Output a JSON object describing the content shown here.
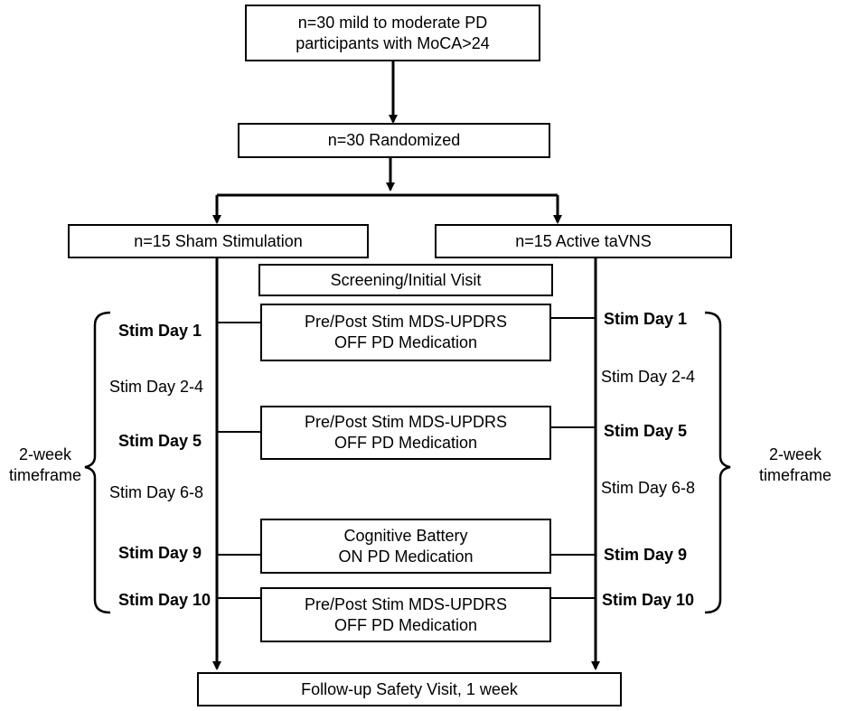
{
  "boxes": {
    "enrollment": [
      "n=30 mild to moderate PD",
      "participants with MoCA>24"
    ],
    "randomized": "n=30 Randomized",
    "sham": "n=15 Sham Stimulation",
    "active": "n=15 Active taVNS",
    "screening": "Screening/Initial Visit",
    "visit_day1": [
      "Pre/Post Stim MDS-UPDRS",
      "OFF PD Medication"
    ],
    "visit_day5": [
      "Pre/Post Stim MDS-UPDRS",
      "OFF PD Medication"
    ],
    "visit_day9": [
      "Cognitive Battery",
      "ON PD Medication"
    ],
    "visit_day10": [
      "Pre/Post Stim MDS-UPDRS",
      "OFF PD Medication"
    ],
    "followup": "Follow-up Safety Visit, 1 week"
  },
  "left_days": {
    "day1": "Stim Day 1",
    "day2_4": "Stim Day 2-4",
    "day5": "Stim Day 5",
    "day6_8": "Stim Day 6-8",
    "day9": "Stim Day 9",
    "day10": "Stim Day 10"
  },
  "right_days": {
    "day1": "Stim Day 1",
    "day2_4": "Stim Day 2-4",
    "day5": "Stim Day 5",
    "day6_8": "Stim Day 6-8",
    "day9": "Stim Day 9",
    "day10": "Stim Day 10"
  },
  "timeframe_left": [
    "2-week",
    "timeframe"
  ],
  "timeframe_right": [
    "2-week",
    "timeframe"
  ]
}
